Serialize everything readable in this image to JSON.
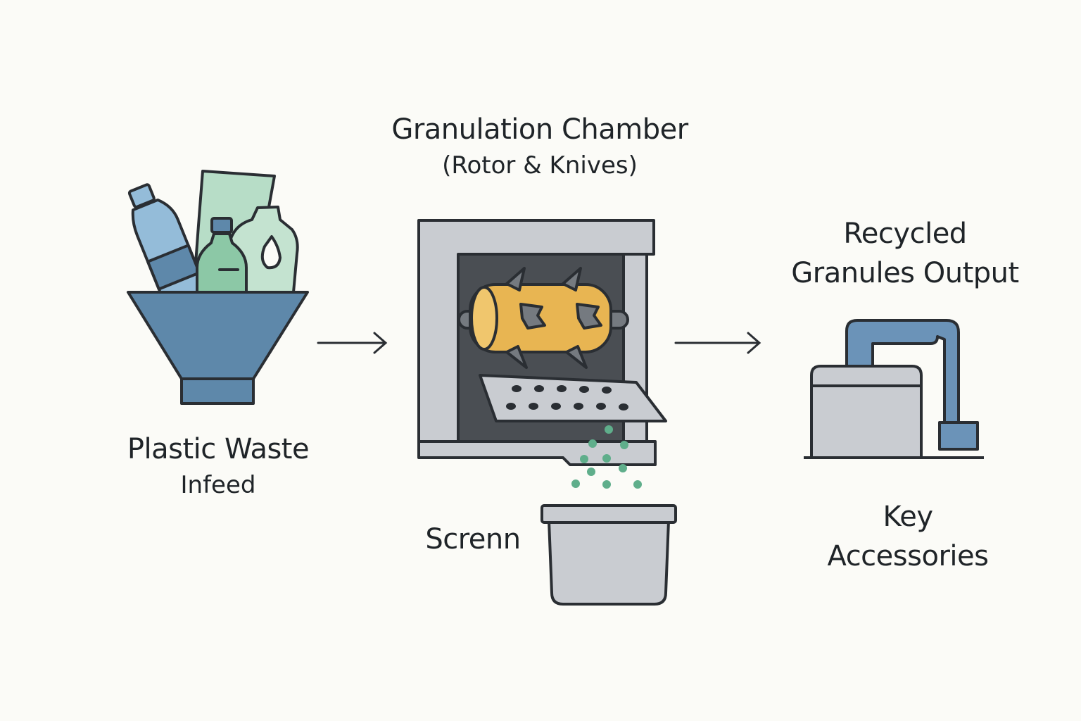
{
  "stages": {
    "infeed": {
      "title": "Plastic Waste",
      "subtitle": "Infeed"
    },
    "chamber": {
      "title": "Granulation Chamber",
      "subtitle": "(Rotor & Knives)"
    },
    "output": {
      "title_line1": "Recycled",
      "title_line2": "Granules Output"
    }
  },
  "screen_label": "Screnn",
  "accessories": {
    "line1": "Key",
    "line2": "Accessories"
  },
  "colors": {
    "background": "#fbfbf7",
    "outline": "#2a2e33",
    "hopper_blue": "#5e88aa",
    "bottle_blue": "#94bcd9",
    "bottle_green": "#8cc8a6",
    "bag_green": "#b7ddc7",
    "jug_green": "#c4e3d0",
    "chamber_gray": "#c9ccd1",
    "chamber_dark": "#4a4e53",
    "rotor_yellow": "#e8b552",
    "knife_gray": "#757a80",
    "granule_green": "#5fae8b",
    "pipe_blue": "#6b93b8"
  }
}
